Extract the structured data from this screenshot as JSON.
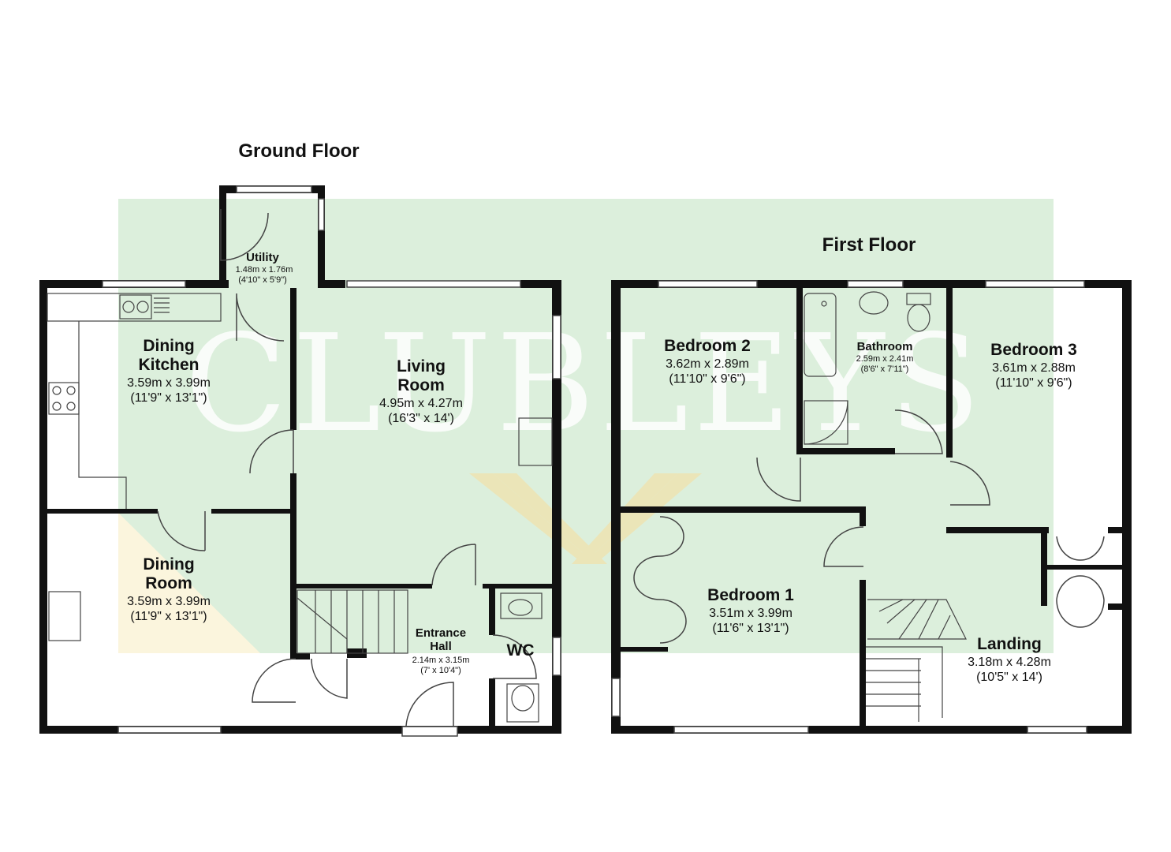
{
  "watermark": {
    "text": "CLUBLEYS",
    "band_color": "#dcefdc",
    "accent_color": "#f3e7b8"
  },
  "colors": {
    "wall": "#111111",
    "fixture": "#444444"
  },
  "floors": [
    {
      "id": "ground",
      "title": "Ground Floor",
      "rooms": [
        {
          "id": "utility",
          "name": "Utility",
          "metric": "1.48m x 1.76m",
          "imperial": "(4'10\" x 5'9\")"
        },
        {
          "id": "dining-kitchen",
          "name_line1": "Dining",
          "name_line2": "Kitchen",
          "metric": "3.59m x 3.99m",
          "imperial": "(11'9\" x 13'1\")"
        },
        {
          "id": "living-room",
          "name_line1": "Living",
          "name_line2": "Room",
          "metric": "4.95m x 4.27m",
          "imperial": "(16'3\" x 14')"
        },
        {
          "id": "dining-room",
          "name_line1": "Dining",
          "name_line2": "Room",
          "metric": "3.59m x 3.99m",
          "imperial": "(11'9\" x 13'1\")"
        },
        {
          "id": "entrance-hall",
          "name_line1": "Entrance",
          "name_line2": "Hall",
          "metric": "2.14m x 3.15m",
          "imperial": "(7' x 10'4\")"
        },
        {
          "id": "wc",
          "name": "WC"
        }
      ]
    },
    {
      "id": "first",
      "title": "First Floor",
      "rooms": [
        {
          "id": "bedroom-2",
          "name": "Bedroom 2",
          "metric": "3.62m x 2.89m",
          "imperial": "(11'10\" x 9'6\")"
        },
        {
          "id": "bathroom",
          "name": "Bathroom",
          "metric": "2.59m x 2.41m",
          "imperial": "(8'6\" x 7'11\")"
        },
        {
          "id": "bedroom-3",
          "name": "Bedroom 3",
          "metric": "3.61m x 2.88m",
          "imperial": "(11'10\" x 9'6\")"
        },
        {
          "id": "bedroom-1",
          "name": "Bedroom 1",
          "metric": "3.51m x 3.99m",
          "imperial": "(11'6\" x 13'1\")"
        },
        {
          "id": "landing",
          "name": "Landing",
          "metric": "3.18m x 4.28m",
          "imperial": "(10'5\" x 14')"
        }
      ]
    }
  ]
}
